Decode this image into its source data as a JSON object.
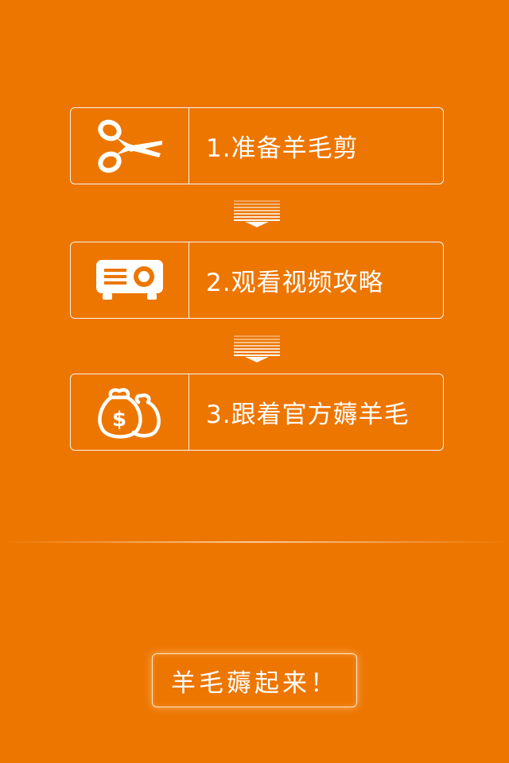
{
  "theme": {
    "background": "#ed7600",
    "foreground": "#ffffff"
  },
  "steps": [
    {
      "label": "1.准备羊毛剪",
      "icon": "scissors-icon"
    },
    {
      "label": "2.观看视频攻略",
      "icon": "projector-icon"
    },
    {
      "label": "3.跟着官方薅羊毛",
      "icon": "money-bags-icon"
    }
  ],
  "cta": {
    "label": "羊毛薅起来！"
  }
}
